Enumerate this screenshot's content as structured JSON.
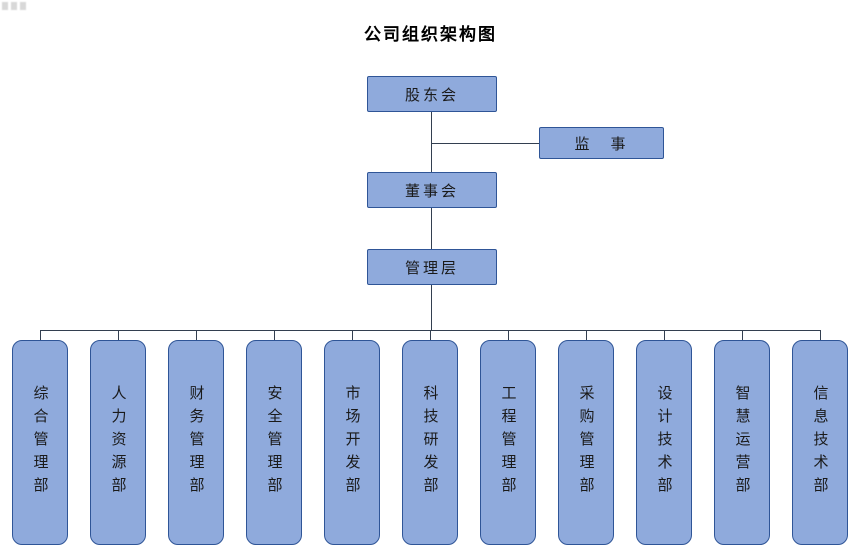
{
  "title": "公司组织架构图",
  "nodes": {
    "shareholders": "股东会",
    "supervisor": "监　事",
    "board": "董事会",
    "management": "管理层"
  },
  "departments": [
    "综合管理部",
    "人力资源部",
    "财务管理部",
    "安全管理部",
    "市场开发部",
    "科技研发部",
    "工程管理部",
    "采购管理部",
    "设计技术部",
    "智慧运营部",
    "信息技术部"
  ],
  "colors": {
    "box_fill": "#8FAADC",
    "box_border": "#2F5597",
    "line": "#333F50"
  }
}
